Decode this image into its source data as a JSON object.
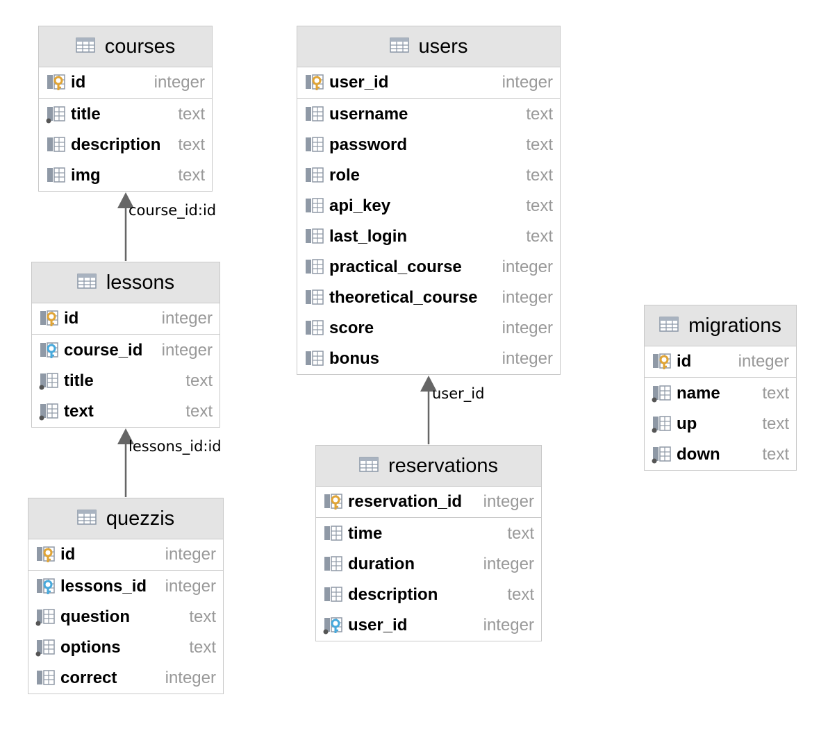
{
  "relations": [
    {
      "from": "lessons",
      "to": "courses",
      "label": "course_id:id"
    },
    {
      "from": "quezzis",
      "to": "lessons",
      "label": "lessons_id:id"
    },
    {
      "from": "reservations",
      "to": "users",
      "label": "user_id"
    }
  ],
  "tables": {
    "courses": {
      "name": "courses",
      "pk": {
        "name": "id",
        "type": "integer",
        "icon": "primary-key-icon"
      },
      "columns": [
        {
          "name": "title",
          "type": "text",
          "icon": "column-icon",
          "not_null": true
        },
        {
          "name": "description",
          "type": "text",
          "icon": "column-icon",
          "not_null": false
        },
        {
          "name": "img",
          "type": "text",
          "icon": "column-icon",
          "not_null": false
        }
      ]
    },
    "users": {
      "name": "users",
      "pk": {
        "name": "user_id",
        "type": "integer",
        "icon": "primary-key-icon"
      },
      "columns": [
        {
          "name": "username",
          "type": "text",
          "icon": "column-icon",
          "not_null": false
        },
        {
          "name": "password",
          "type": "text",
          "icon": "column-icon",
          "not_null": false
        },
        {
          "name": "role",
          "type": "text",
          "icon": "column-icon",
          "not_null": false
        },
        {
          "name": "api_key",
          "type": "text",
          "icon": "column-icon",
          "not_null": false
        },
        {
          "name": "last_login",
          "type": "text",
          "icon": "column-icon",
          "not_null": false
        },
        {
          "name": "practical_course",
          "type": "integer",
          "icon": "column-icon",
          "not_null": false
        },
        {
          "name": "theoretical_course",
          "type": "integer",
          "icon": "column-icon",
          "not_null": false
        },
        {
          "name": "score",
          "type": "integer",
          "icon": "column-icon",
          "not_null": false
        },
        {
          "name": "bonus",
          "type": "integer",
          "icon": "column-icon",
          "not_null": false
        }
      ]
    },
    "lessons": {
      "name": "lessons",
      "pk": {
        "name": "id",
        "type": "integer",
        "icon": "primary-key-icon"
      },
      "columns": [
        {
          "name": "course_id",
          "type": "integer",
          "icon": "foreign-key-icon",
          "not_null": false
        },
        {
          "name": "title",
          "type": "text",
          "icon": "column-icon",
          "not_null": true
        },
        {
          "name": "text",
          "type": "text",
          "icon": "column-icon",
          "not_null": true
        }
      ]
    },
    "quezzis": {
      "name": "quezzis",
      "pk": {
        "name": "id",
        "type": "integer",
        "icon": "primary-key-icon"
      },
      "columns": [
        {
          "name": "lessons_id",
          "type": "integer",
          "icon": "foreign-key-icon",
          "not_null": false
        },
        {
          "name": "question",
          "type": "text",
          "icon": "column-icon",
          "not_null": true
        },
        {
          "name": "options",
          "type": "text",
          "icon": "column-icon",
          "not_null": true
        },
        {
          "name": "correct",
          "type": "integer",
          "icon": "column-icon",
          "not_null": false
        }
      ]
    },
    "reservations": {
      "name": "reservations",
      "pk": {
        "name": "reservation_id",
        "type": "integer",
        "icon": "primary-key-icon"
      },
      "columns": [
        {
          "name": "time",
          "type": "text",
          "icon": "column-icon",
          "not_null": false
        },
        {
          "name": "duration",
          "type": "integer",
          "icon": "column-icon",
          "not_null": false
        },
        {
          "name": "description",
          "type": "text",
          "icon": "column-icon",
          "not_null": false
        },
        {
          "name": "user_id",
          "type": "integer",
          "icon": "foreign-key-icon",
          "not_null": true
        }
      ]
    },
    "migrations": {
      "name": "migrations",
      "pk": {
        "name": "id",
        "type": "integer",
        "icon": "primary-key-icon"
      },
      "columns": [
        {
          "name": "name",
          "type": "text",
          "icon": "column-icon",
          "not_null": true
        },
        {
          "name": "up",
          "type": "text",
          "icon": "column-icon",
          "not_null": true
        },
        {
          "name": "down",
          "type": "text",
          "icon": "column-icon",
          "not_null": true
        }
      ]
    }
  },
  "colors": {
    "primary_key": "#e0a435",
    "foreign_key": "#47a9dc",
    "header_bg": "#e4e4e4",
    "type_text": "#999999",
    "connector": "#666666"
  }
}
